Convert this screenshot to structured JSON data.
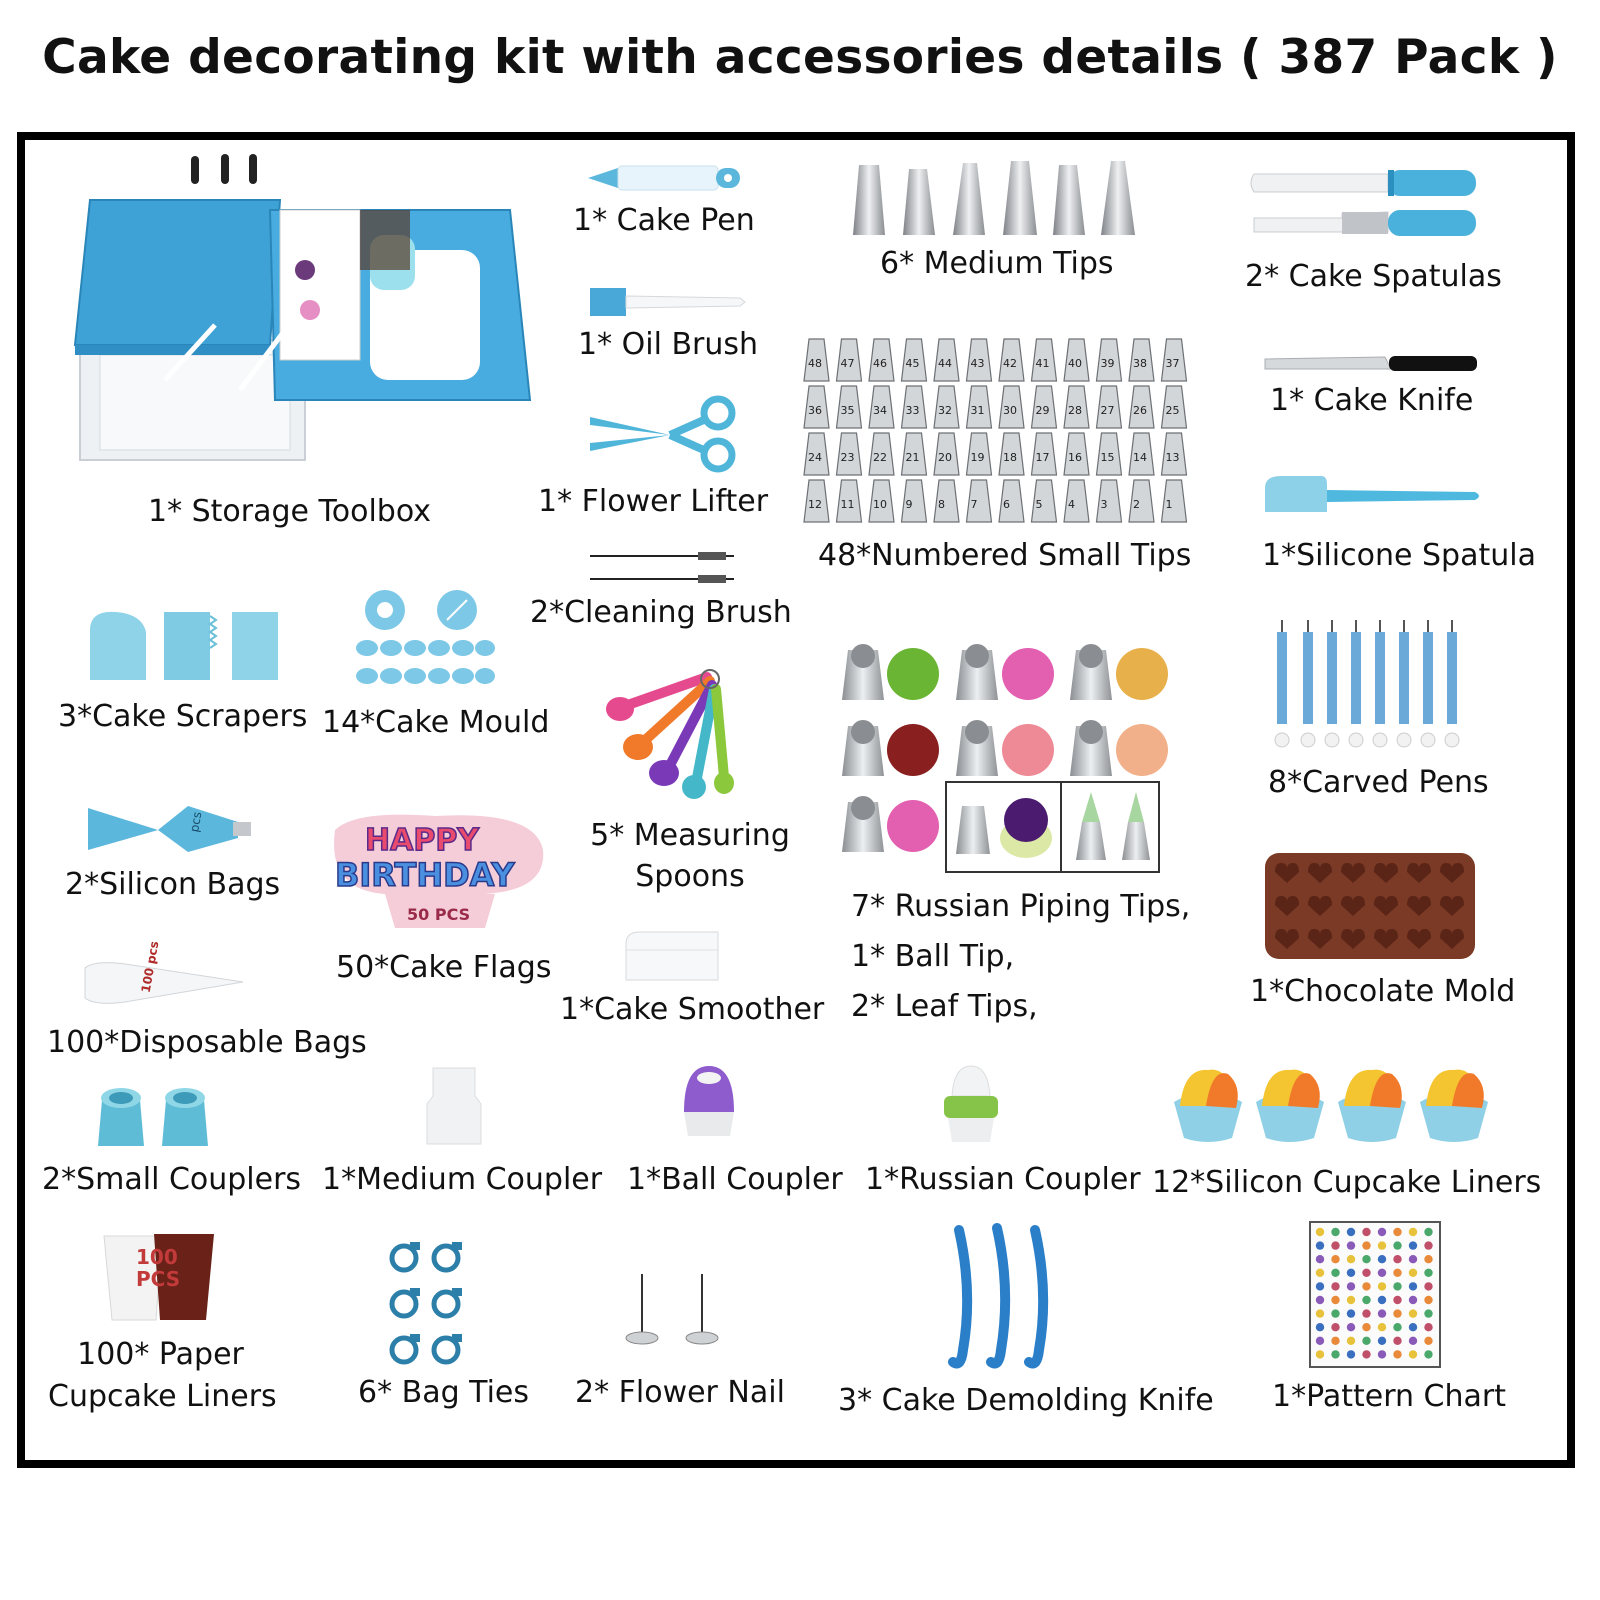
{
  "title": "Cake decorating kit with accessories details ( 387 Pack )",
  "colors": {
    "blue": "#4aa8d8",
    "light_blue": "#8fd3e8",
    "steel": "#b9bcc0",
    "chocolate": "#6b3322",
    "frame": "#000000"
  },
  "items": {
    "storage_toolbox": "1* Storage Toolbox",
    "cake_pen": "1* Cake Pen",
    "oil_brush": "1* Oil Brush",
    "flower_lifter": "1* Flower Lifter",
    "cleaning_brush": "2*Cleaning Brush",
    "medium_tips": "6* Medium Tips",
    "numbered_small_tips": "48*Numbered Small Tips",
    "cake_spatulas": "2* Cake Spatulas",
    "cake_knife": "1* Cake Knife",
    "silicone_spatula": "1*Silicone Spatula",
    "cake_scrapers": "3*Cake Scrapers",
    "cake_mould": "14*Cake Mould",
    "measuring_spoons": [
      "5* Measuring",
      "Spoons"
    ],
    "russian_tips": [
      "7* Russian Piping Tips,",
      "1* Ball Tip,",
      "2* Leaf Tips,"
    ],
    "carved_pens": "8*Carved Pens",
    "silicon_bags": "2*Silicon Bags",
    "cake_flags": "50*Cake Flags",
    "chocolate_mold": "1*Chocolate Mold",
    "disposable_bags": "100*Disposable Bags",
    "cake_smoother": "1*Cake Smoother",
    "small_couplers": "2*Small Couplers",
    "medium_coupler": "1*Medium Coupler",
    "ball_coupler": "1*Ball Coupler",
    "russian_coupler": "1*Russian Coupler",
    "cupcake_liners_silicon": "12*Silicon Cupcake Liners",
    "paper_liners": [
      "100* Paper",
      "Cupcake Liners"
    ],
    "bag_ties": "6* Bag Ties",
    "flower_nail": "2* Flower Nail",
    "demolding_knife": "3* Cake Demolding Knife",
    "pattern_chart": "1*Pattern Chart"
  },
  "image_text": {
    "silicon_bag_print": "pcs",
    "disposable_bag_print": "100 pcs",
    "flag_line1": "HAPPY",
    "flag_line2": "BIRTHDAY",
    "flag_count": "50 PCS",
    "paper_liner_print": [
      "100",
      "PCS"
    ],
    "tip_numbers": [
      "48",
      "47",
      "46",
      "45",
      "44",
      "43",
      "42",
      "41",
      "40",
      "39",
      "38",
      "37",
      "36",
      "35",
      "34",
      "33",
      "32",
      "31",
      "30",
      "29",
      "28",
      "27",
      "26",
      "25",
      "24",
      "23",
      "22",
      "21",
      "20",
      "19",
      "18",
      "17",
      "16",
      "15",
      "14",
      "13",
      "12",
      "11",
      "10",
      "9",
      "8",
      "7",
      "6",
      "5",
      "4",
      "3",
      "2",
      "1"
    ]
  }
}
